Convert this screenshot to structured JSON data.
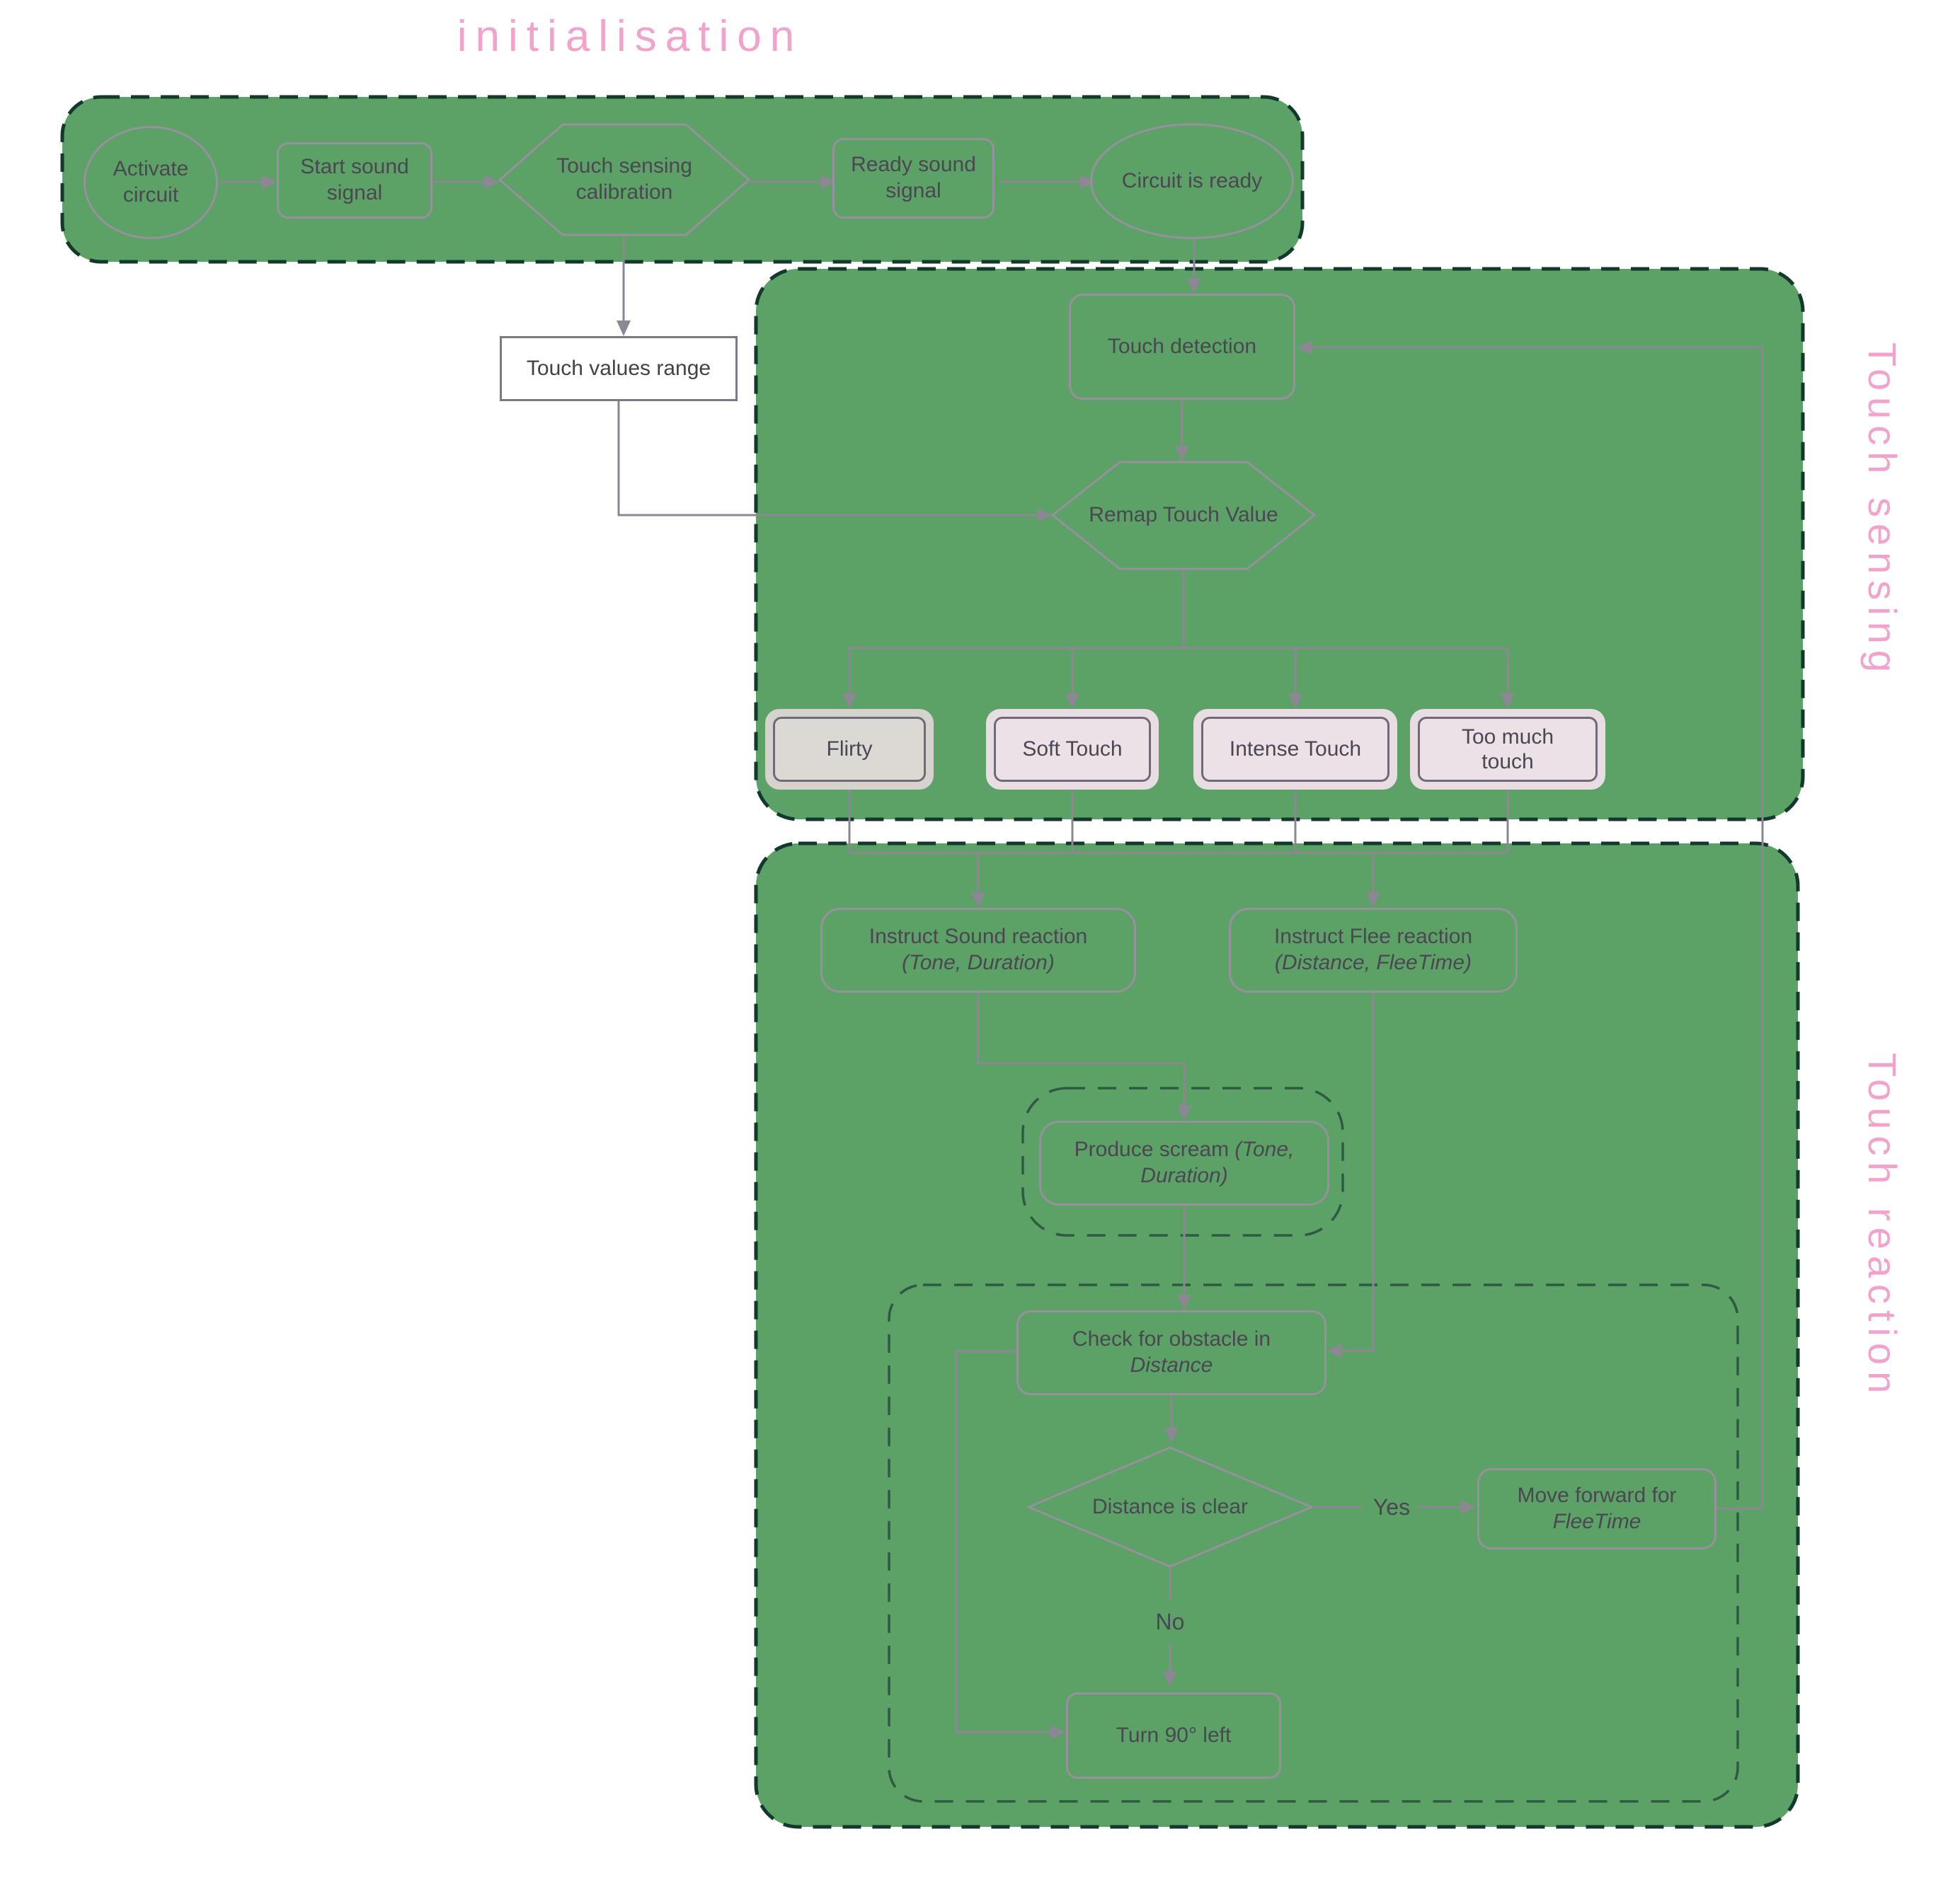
{
  "palette": {
    "green_fill": "#5ca166",
    "container_border": "#12392b",
    "inner_dashed_border": "#2d5a41",
    "connector_gray": "#8d8693",
    "node_border": "#97909d",
    "node_text": "#4b4752",
    "pink_title": "#f2a3cc",
    "white_box_border": "#7c7984",
    "flirty_halo": "#d6d3ce",
    "flirty_fill": "#dcd9d4",
    "pink_box_halo": "#e7dde3",
    "pink_box_fill": "#ebe1e7"
  },
  "titles": {
    "initialisation": "initialisation",
    "touch_sensing": "Touch sensing",
    "touch_reaction": "Touch reaction"
  },
  "initialisation": {
    "activate": "Activate circuit",
    "start_sound": "Start sound signal",
    "calibration": "Touch sensing calibration",
    "ready_sound": "Ready sound signal",
    "circuit_ready": "Circuit is ready"
  },
  "sensing": {
    "touch_values_range": "Touch values range",
    "touch_detection": "Touch detection",
    "remap": "Remap Touch Value",
    "categories": {
      "flirty": "Flirty",
      "soft": "Soft Touch",
      "intense": "Intense Touch",
      "too_much": "Too much touch"
    }
  },
  "reaction": {
    "instruct_sound_line1": "Instruct Sound reaction",
    "instruct_sound_line2": "(Tone, Duration)",
    "instruct_flee_line1": "Instruct Flee reaction",
    "instruct_flee_line2": "(Distance, FleeTime)",
    "produce_scream_normal": "Produce scream ",
    "produce_scream_italic": "(Tone, Duration)",
    "check_line1": "Check for obstacle in",
    "check_line2": "Distance",
    "decision": "Distance is clear",
    "yes": "Yes",
    "no": "No",
    "move_line1": "Move forward for",
    "move_line2": "FleeTime",
    "turn": "Turn 90° left"
  }
}
